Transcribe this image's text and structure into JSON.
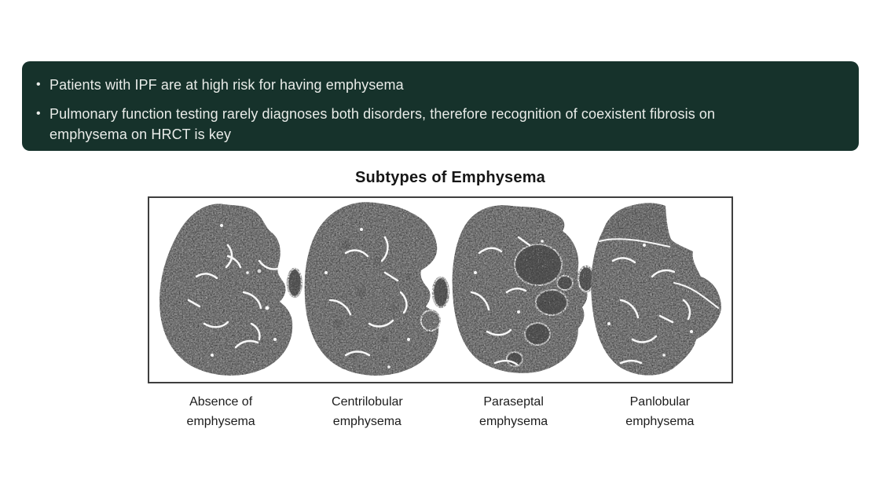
{
  "slide": {
    "background": "#ffffff"
  },
  "banner": {
    "background": "#16322b",
    "text_color": "#e9ece9",
    "bullet_glyph": "•",
    "bullets": [
      "Patients with IPF are at high risk for having emphysema",
      "Pulmonary function testing rarely diagnoses both disorders, therefore recognition of coexistent fibrosis on\nemphysema on HRCT is key"
    ]
  },
  "figure": {
    "title": "Subtypes of Emphysema",
    "subtypes": [
      {
        "lines": [
          "Absence of",
          "emphysema"
        ]
      },
      {
        "lines": [
          "Centrilobular",
          "emphysema"
        ]
      },
      {
        "lines": [
          "Paraseptal",
          "emphysema"
        ]
      },
      {
        "lines": [
          "Panlobular",
          "emphysema"
        ]
      }
    ]
  }
}
